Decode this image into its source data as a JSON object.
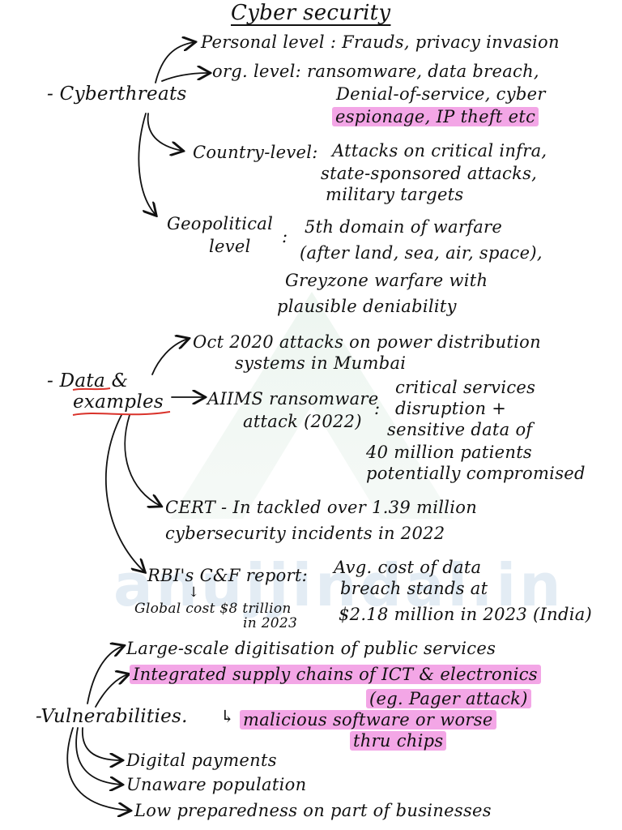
{
  "title": "Cyber security",
  "watermark": "anujjindal.in",
  "cyberthreats": {
    "label": "- Cyberthreats",
    "personal": "Personal level : Frauds, privacy invasion",
    "org_1": "org. level: ransomware, data breach,",
    "org_2": "Denial-of-service, cyber",
    "org_3": "espionage, IP theft etc",
    "country_label": "Country-level:",
    "country_1": "Attacks on critical infra,",
    "country_2": "state-sponsored attacks,",
    "country_3": "military targets",
    "geo_label_1": "Geopolitical",
    "geo_label_2": "level",
    "geo_colon": ":",
    "geo_1": "5th domain of warfare",
    "geo_2": "(after land, sea, air, space),",
    "geo_3": "Greyzone warfare with",
    "geo_4": "plausible deniability"
  },
  "data_examples": {
    "label_1": "- Data &",
    "label_2": "examples",
    "oct_1": "Oct 2020 attacks on power distribution",
    "oct_2": "systems in Mumbai",
    "aiims_1": "AIIMS ransomware",
    "aiims_2": "attack (2022)",
    "aiims_colon": ":",
    "aiims_r1": "critical services",
    "aiims_r2": "disruption +",
    "aiims_r3": "sensitive data of",
    "aiims_r4": "40 million patients",
    "aiims_r5": "potentially compromised",
    "cert_1": "CERT - In tackled over 1.39 million",
    "cert_2": "cybersecurity incidents in 2022",
    "rbi": "RBI's C&F report:",
    "rbi_r1": "Avg. cost of data",
    "rbi_r2": "breach stands at",
    "rbi_r3": "$2.18 million in 2023 (India)",
    "global_1": "Global cost $8 trillion",
    "global_2": "in 2023",
    "global_arrow": "↓"
  },
  "vulnerabilities": {
    "label": "-Vulnerabilities.",
    "v1": "Large-scale digitisation of public services",
    "v2": "Integrated supply chains of ICT & electronics",
    "v3": "(eg. Pager attack)",
    "v4": "malicious software or worse",
    "v5": "thru chips",
    "v4_prefix": "↳",
    "v6": "Digital payments",
    "v7": "Unaware population",
    "v8": "Low preparedness on part of businesses"
  }
}
